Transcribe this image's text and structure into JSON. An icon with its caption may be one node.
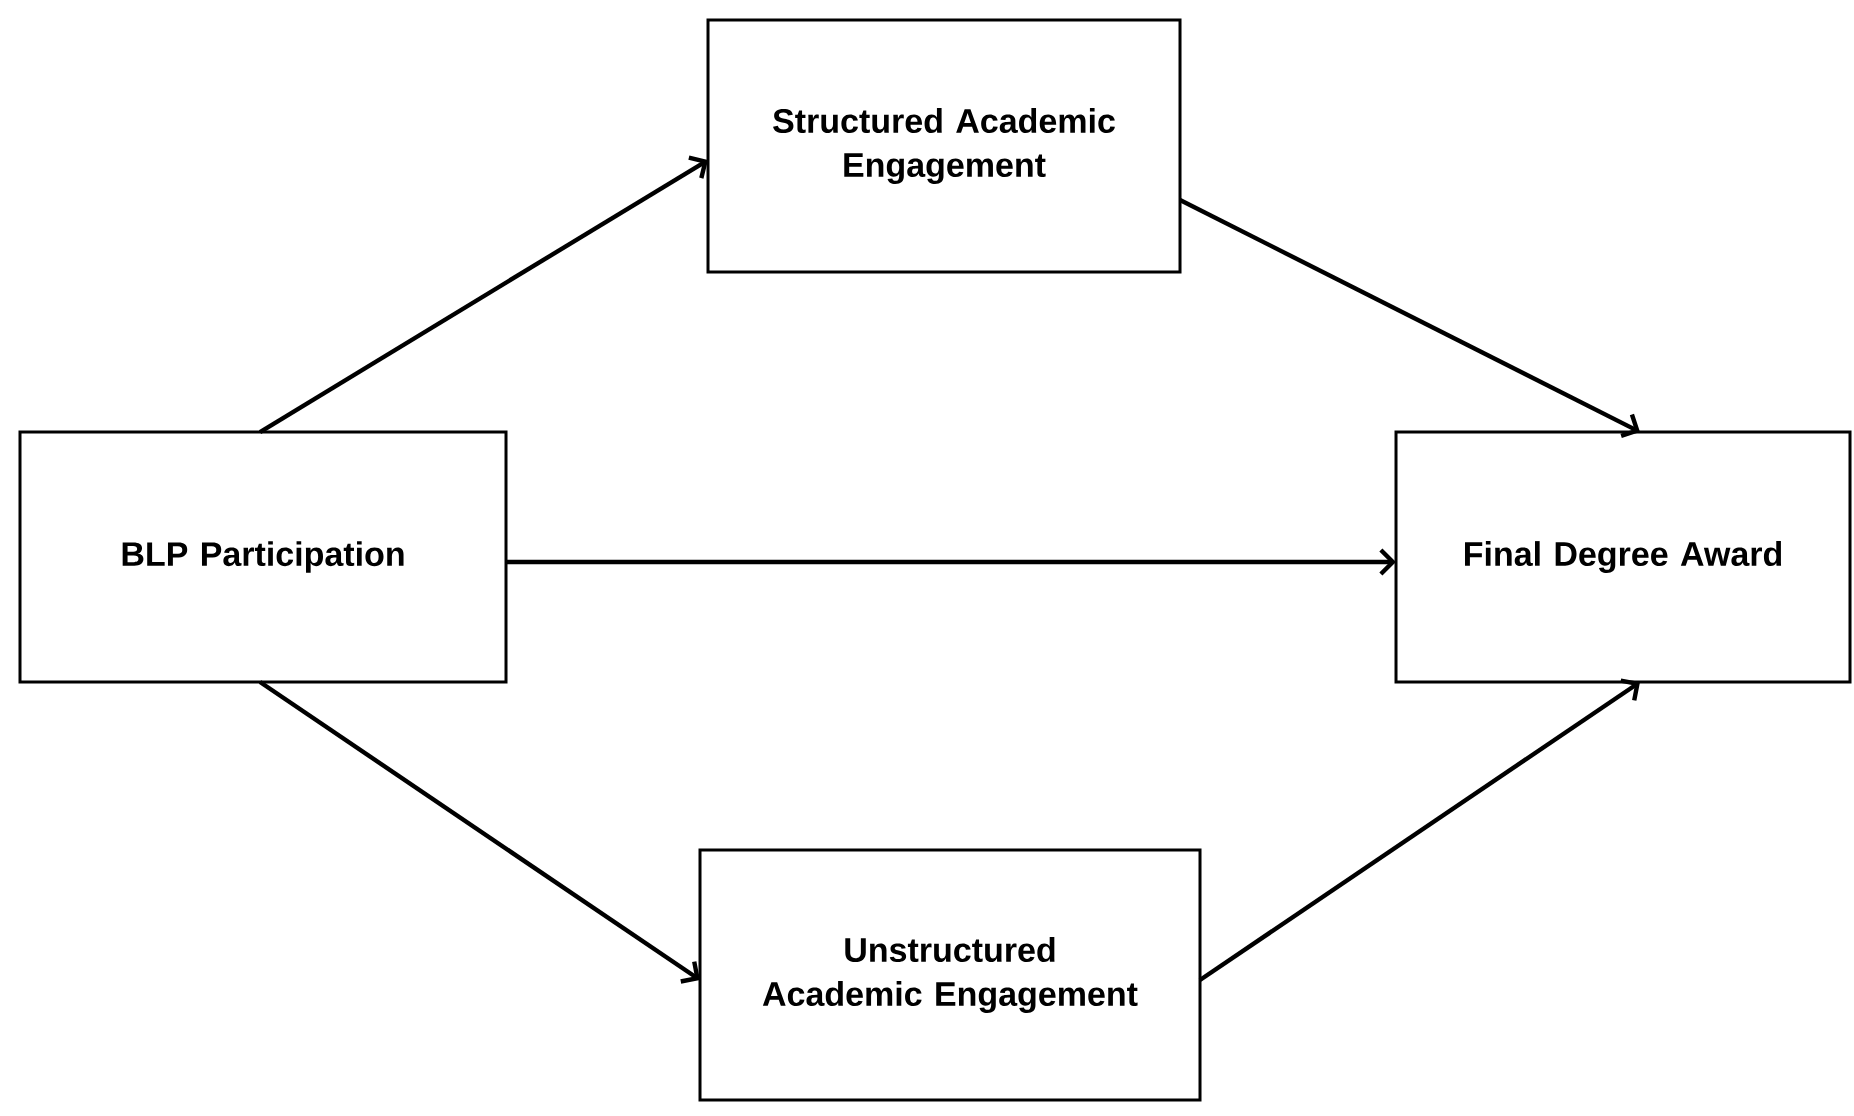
{
  "diagram": {
    "nodes": [
      {
        "text": [
          "BLP Participation"
        ]
      },
      {
        "text": [
          "Structured Academic Engagement"
        ]
      },
      {
        "text": [
          "Unstructured Academic Engagement"
        ]
      },
      {
        "text": [
          "Final Degree Award"
        ]
      }
    ],
    "edges": [
      {
        "from": 0,
        "to": 1,
        "arrow": "to"
      },
      {
        "from": 1,
        "to": 3,
        "arrow": "to"
      },
      {
        "from": 0,
        "to": 3,
        "arrow": "to"
      },
      {
        "from": 0,
        "to": 2,
        "arrow": "to"
      },
      {
        "from": 2,
        "to": 3,
        "arrow": "to"
      }
    ]
  }
}
